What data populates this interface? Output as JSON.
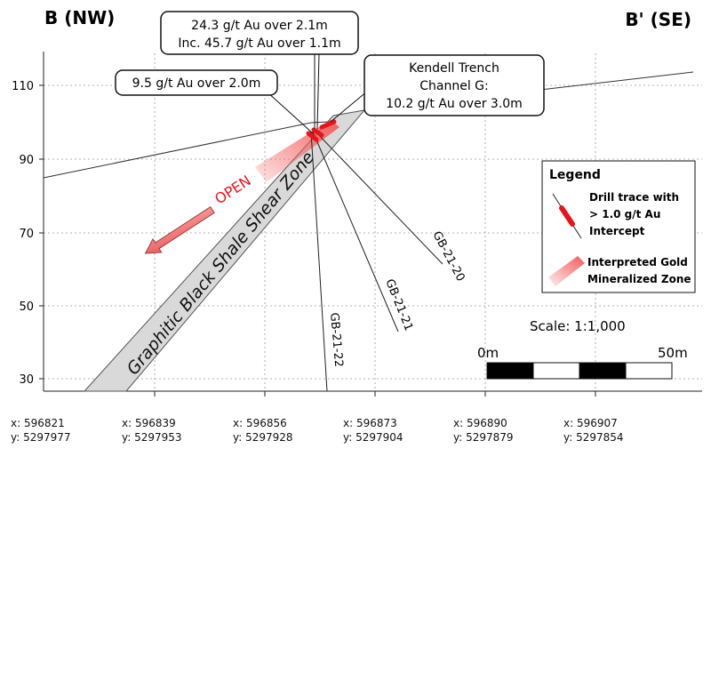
{
  "section": {
    "left_label": "B (NW)",
    "right_label": "B' (SE)"
  },
  "elevation_ticks": [
    "110",
    "90",
    "70",
    "50",
    "30"
  ],
  "eastings": [
    {
      "x": "x: 596821",
      "y": "y: 5297977"
    },
    {
      "x": "x: 596839",
      "y": "y: 5297953"
    },
    {
      "x": "x: 596856",
      "y": "y: 5297928"
    },
    {
      "x": "x: 596873",
      "y": "y: 5297904"
    },
    {
      "x": "x: 596890",
      "y": "y: 5297879"
    },
    {
      "x": "x: 596907",
      "y": "y: 5297854"
    }
  ],
  "callouts": {
    "hole22_line1": "24.3 g/t Au over 2.1m",
    "hole22_line2": "Inc. 45.7 g/t Au over 1.1m",
    "hole21": "9.5 g/t Au over 2.0m",
    "trench_line1": "Kendell Trench",
    "trench_line2": "Channel G:",
    "trench_line3": "10.2 g/t Au over 3.0m"
  },
  "holes": {
    "h20": "GB-21-20",
    "h21": "GB-21-21",
    "h22": "GB-21-22"
  },
  "shear_zone_label": "Graphitic Black Shale Shear Zone",
  "open_label": "OPEN",
  "legend": {
    "title": "Legend",
    "drill_line1": "Drill trace with",
    "drill_line2": "> 1.0 g/t Au",
    "drill_line3": "Intercept",
    "zone_line1": "Interpreted Gold",
    "zone_line2": "Mineralized Zone"
  },
  "scale": {
    "label": "Scale: 1:1,000",
    "start": "0m",
    "end": "50m"
  },
  "colors": {
    "intercept": "#e8141b",
    "zone": "#f25a5a",
    "shear_fill": "#d9d9d9",
    "open_text": "#e8141b"
  }
}
